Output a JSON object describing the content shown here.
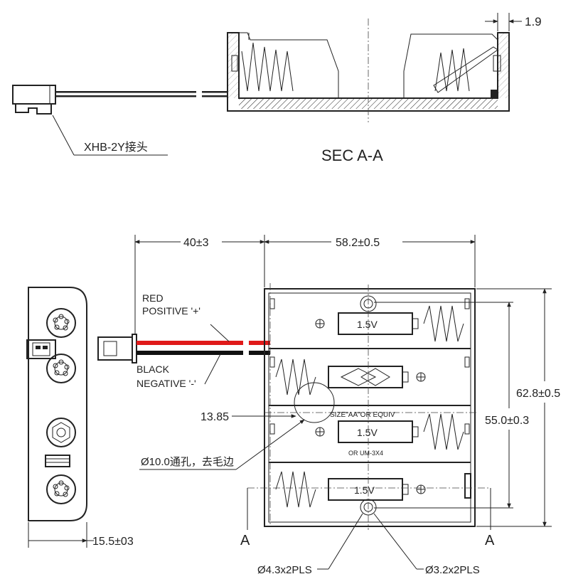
{
  "section": {
    "title": "SEC  A-A",
    "wall_thickness": "1.9"
  },
  "connector": {
    "label": "XHB-2Y接头"
  },
  "dimensions": {
    "lead_length": "40±3",
    "body_width": "58.2±0.5",
    "outer_height": "62.8±0.5",
    "inner_height": "55.0±0.3",
    "side_depth": "15.5±03",
    "hole_offset": "13.85"
  },
  "wires": {
    "red_line1": "RED",
    "red_line2": "POSITIVE '+'",
    "black_line1": "BLACK",
    "black_line2": "NEGATIVE '-'"
  },
  "notes": {
    "vent_hole": "Ø10.0通孔，去毛边",
    "mount_hole_large": "Ø4.3x2PLS",
    "mount_hole_small": "Ø3.2x2PLS",
    "size_text": "SIZE\"AA\"OR EQUIV",
    "um_text": "OR UM-3X4",
    "section_mark_left": "A",
    "section_mark_right": "A"
  },
  "cells": {
    "voltage_labels": [
      "1.5V",
      "1.5V",
      "1.5V"
    ]
  },
  "colors": {
    "red_wire": "#e01a1a",
    "black_wire": "#111111",
    "line": "#222222"
  }
}
